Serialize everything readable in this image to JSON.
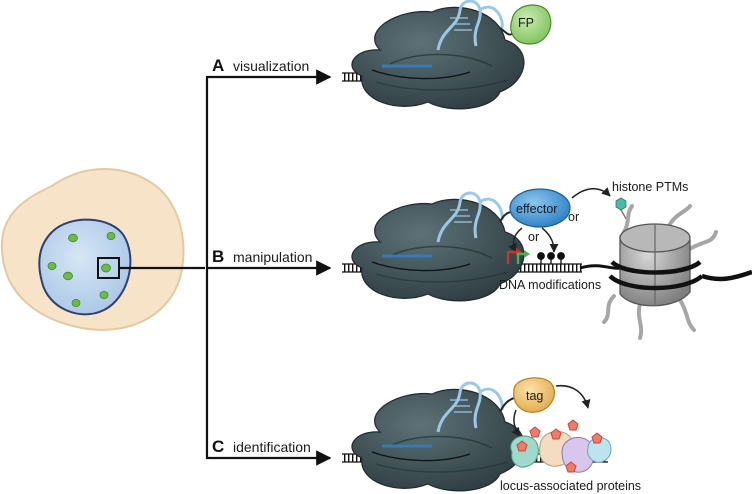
{
  "branches": [
    {
      "letter": "A",
      "label": "visualization"
    },
    {
      "letter": "B",
      "label": "manipulation"
    },
    {
      "letter": "C",
      "label": "identification"
    }
  ],
  "fusion_labels": {
    "fp": "FP",
    "effector": "effector",
    "tag": "tag"
  },
  "connectors": {
    "or_right": "or",
    "or_below": "or"
  },
  "annotations": {
    "histone_ptms": "histone PTMs",
    "dna_modifications": "DNA modifications",
    "locus_proteins": "locus-associated proteins"
  },
  "colors": {
    "cell": "#f6e3c8",
    "nucleus": "#c2d7ee",
    "loci": "#6cbb4a",
    "dcas9": "#3f5257",
    "grna": "#3a78b6",
    "fp": "#9ad17a",
    "effector": "#3a8ccc",
    "tag": "#f0c068",
    "histone": "#9a9a9a"
  }
}
